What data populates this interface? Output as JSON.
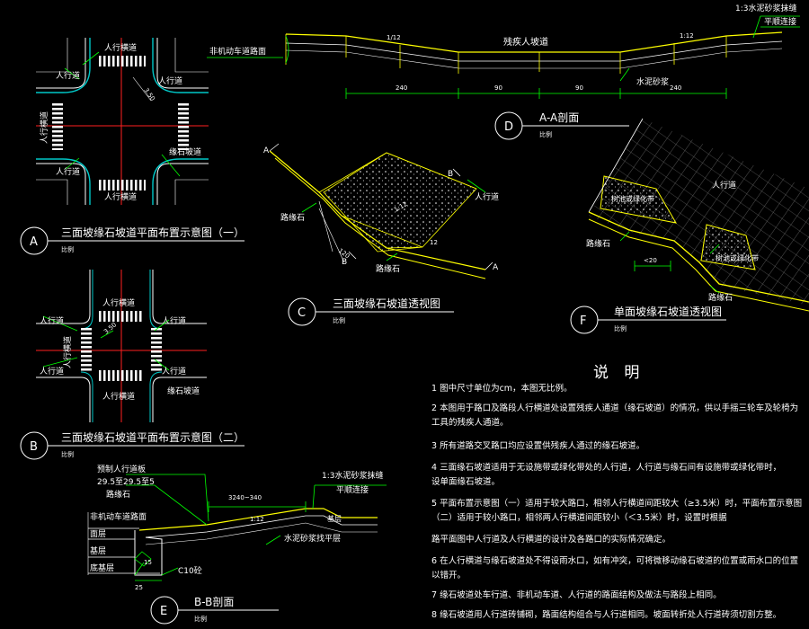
{
  "colors": {
    "background": "#000000",
    "line": "#ffffff",
    "yellow": "#ffff00",
    "cyan": "#00c8c8",
    "red": "#ff2020",
    "green": "#00ff00",
    "magenta": "#ff40ff"
  },
  "figA": {
    "marker": "A",
    "title": "三面坡缘石坡道平面布置示意图（一）",
    "scale": "比例",
    "labels": {
      "crosswalk_top": "人行横道",
      "crosswalk_bottom": "人行横道",
      "sidewalk_tl": "人行道",
      "sidewalk_bl": "人行道",
      "sidewalk_tr": "人行道",
      "crosswalk_left": "人行横道",
      "curb_ramp": "缘石坡道",
      "dim": "3.50"
    }
  },
  "figB": {
    "marker": "B",
    "title": "三面坡缘石坡道平面布置示意图（二）",
    "scale": "比例",
    "labels": {
      "crosswalk_top": "人行横道",
      "crosswalk_bottom": "人行横道",
      "sidewalk_tl": "人行道",
      "sidewalk_l": "人行道",
      "sidewalk_tr": "人行道",
      "sidewalk_r": "人行道",
      "crosswalk_left": "人行横道",
      "curb_ramp": "缘石坡道",
      "dim": "3.50"
    }
  },
  "figC": {
    "marker": "C",
    "title": "三面坡缘石坡道透视图",
    "scale": "比例",
    "labels": {
      "sidewalk": "人行道",
      "curb_left": "路缘石",
      "curb_bottom": "路缘石",
      "dim_side": "120",
      "dim_bottom": "12",
      "slope": "1:12",
      "section_a": "A",
      "section_b": "B"
    }
  },
  "figD": {
    "marker": "D",
    "title": "A-A剖面",
    "scale": "比例",
    "labels": {
      "mortar_top": "1:3水泥砂浆抹缝",
      "flush": "平顺连接",
      "non_motor": "非机动车道路面",
      "disabled_lane": "残疾人坡道",
      "cement_curb": "水泥砂浆",
      "slope_l": "1/12",
      "slope_r": "1:12"
    },
    "dims": [
      "240",
      "90",
      "90",
      "240"
    ]
  },
  "figE": {
    "marker": "E",
    "title": "B-B剖面",
    "scale": "比例",
    "labels": {
      "precast": "预制人行道板",
      "elev": "29.5至29.5至5",
      "curb": "路缘石",
      "non_motor": "非机动车道路面",
      "surface": "面层",
      "base": "基层",
      "subbase": "底基层",
      "mortar": "1:3水泥砂浆抹缝",
      "flush": "平顺连接",
      "cement_level": "水泥砂浆找平层",
      "concrete": "C10砼",
      "slope": "1:12",
      "dim_top": "3240~340",
      "dim_15": "15",
      "dim_25": "25",
      "right_tag": "基层"
    }
  },
  "figF": {
    "marker": "F",
    "title": "单面坡缘石坡道透视图",
    "scale": "比例",
    "labels": {
      "sidewalk": "人行道",
      "green_top": "树池或绿化带",
      "green_bottom": "树池或绿化带",
      "curb_left": "路缘石",
      "curb_bottom": "路缘石",
      "dim": "<20"
    }
  },
  "notes": {
    "title": "说 明",
    "items": [
      "1 图中尺寸单位为cm，本图无比例。",
      "2 本图用于路口及路段人行横道处设置残疾人通道（缘石坡道）的情况，供以手摇三轮车及轮椅为",
      "工具的残疾人通道。",
      "3 所有道路交叉路口均应设置供残疾人通过的缘石坡道。",
      "4 三面缘石坡道适用于无设施带或绿化带处的人行道，人行道与缘石间有设施带或绿化带时，",
      "设单面缘石坡道。",
      "5 平面布置示意图（一）适用于较大路口，相邻人行横道间距较大（≥3.5米）时，平面布置示意图",
      "（二）适用于较小路口，相邻两人行横道间距较小（＜3.5米）时，设置时根据",
      "路平面图中人行道及人行横道的设计及各路口的实际情况确定。",
      "6 在人行横道与缘石坡道处不得设雨水口，如有冲突，可将微移动缘石坡道的位置或雨水口的位置",
      "以错开。",
      "7 缘石坡道处车行道、非机动车道、人行道的路面结构及做法与路段上相同。",
      "8 缘石坡道用人行道砖铺砌，路面结构组合与人行道相同。坡面转折处人行道砖须切割方整。"
    ]
  }
}
